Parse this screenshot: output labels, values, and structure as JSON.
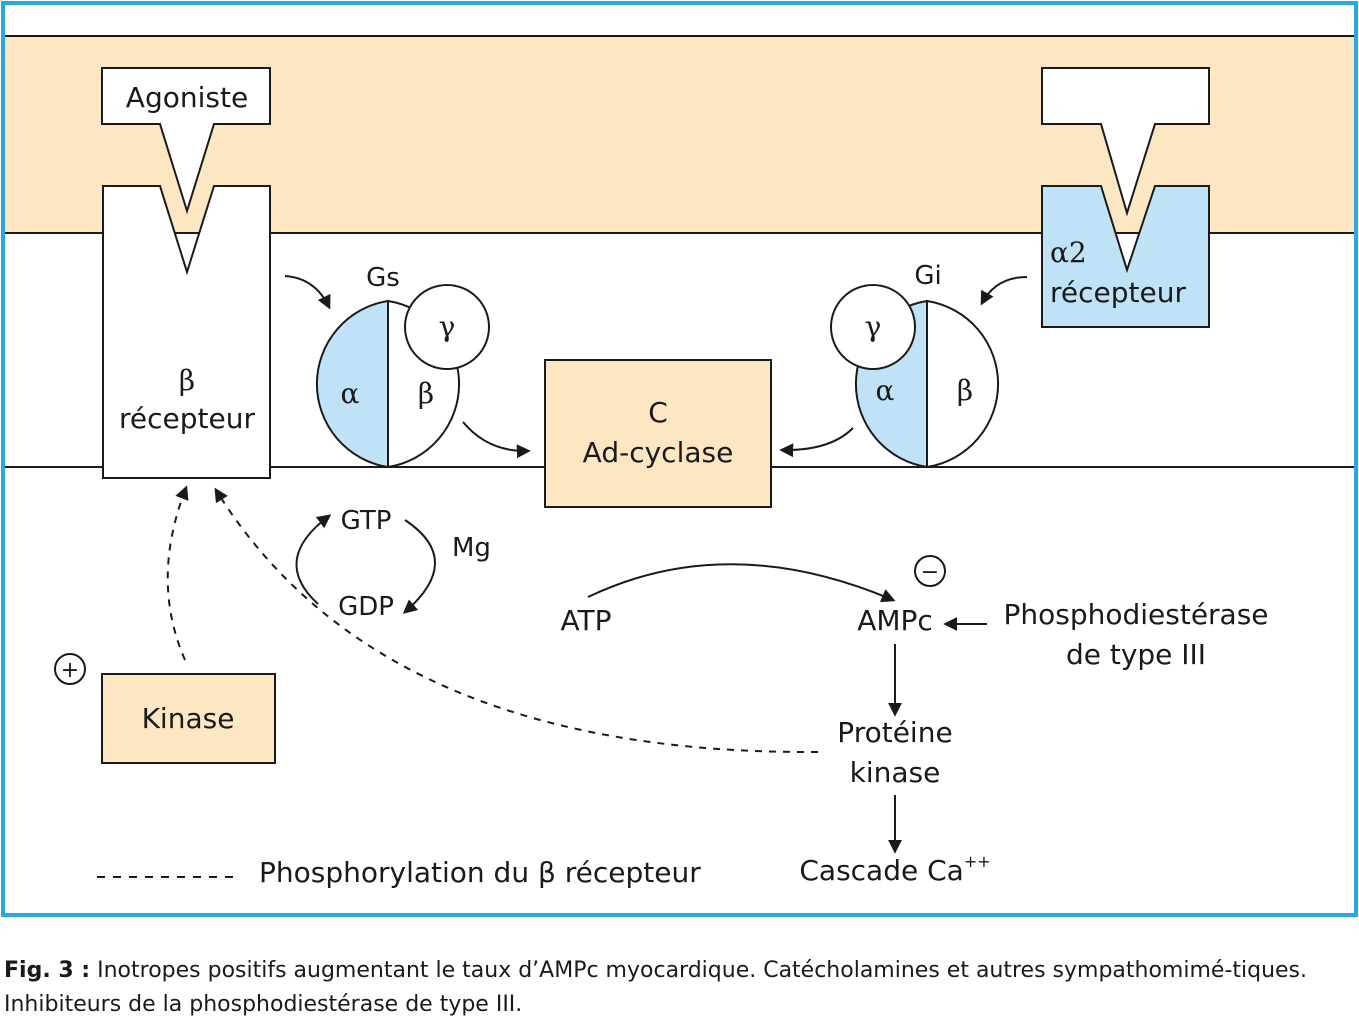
{
  "diagram": {
    "agonist_label": "Agoniste",
    "beta_receptor": {
      "symbol": "β",
      "label": "récepteur"
    },
    "alpha2_receptor": {
      "symbol": "α2",
      "label": "récepteur"
    },
    "gs_protein": {
      "label": "Gs",
      "alpha": "α",
      "beta": "β",
      "gamma": "γ"
    },
    "gi_protein": {
      "label": "Gi",
      "alpha": "α",
      "beta": "β",
      "gamma": "γ"
    },
    "adenylate_cyclase": {
      "line1": "C",
      "line2": "Ad-cyclase"
    },
    "gtp": "GTP",
    "gdp": "GDP",
    "mg": "Mg",
    "atp": "ATP",
    "ampc": "AMPc",
    "inhibition_sign": "−",
    "activation_sign": "+",
    "pde": {
      "line1": "Phosphodiestérase",
      "line2": "de type III"
    },
    "protein_kinase": {
      "line1": "Protéine",
      "line2": "kinase"
    },
    "cascade": {
      "text": "Cascade Ca",
      "superscript": "++"
    },
    "kinase": "Kinase",
    "legend_phosphorylation": "Phosphorylation du β récepteur"
  },
  "caption": {
    "label": "Fig. 3 :",
    "text": "Inotropes positifs augmentant le taux d’AMPc myocardique. Catécholamines et autres sympathomimé-tiques. Inhibiteurs de la phosphodiestérase de type III."
  },
  "colors": {
    "frame_border": "#2aa7df",
    "extracellular_band": "#fde7c2",
    "blue_fill": "#c0e2f7",
    "orange_fill": "#fde7c2",
    "line": "#1a1a1a"
  }
}
